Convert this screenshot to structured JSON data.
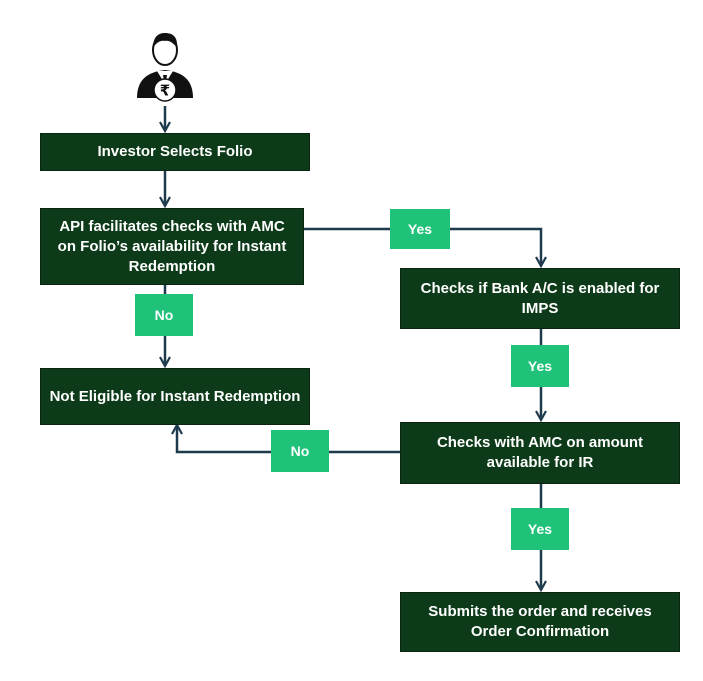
{
  "nodes": {
    "investor_selects": "Investor Selects Folio",
    "api_checks": "API facilitates checks with AMC on Folio’s availability for Instant Redemption",
    "not_eligible": "Not Eligible for Instant Redemption",
    "bank_check": "Checks if Bank A/C is enabled for IMPS",
    "amc_amount": "Checks with AMC on amount available for IR",
    "submit_order": "Submits the order and receives Order Confirmation"
  },
  "labels": {
    "yes_1": "Yes",
    "no_1": "No",
    "yes_2": "Yes",
    "no_2": "No",
    "yes_3": "Yes"
  },
  "icons": {
    "start": "investor-rupee-icon"
  },
  "colors": {
    "box_fill": "#0d3b19",
    "tag_fill": "#20c178",
    "connector": "#1e3b4d"
  }
}
